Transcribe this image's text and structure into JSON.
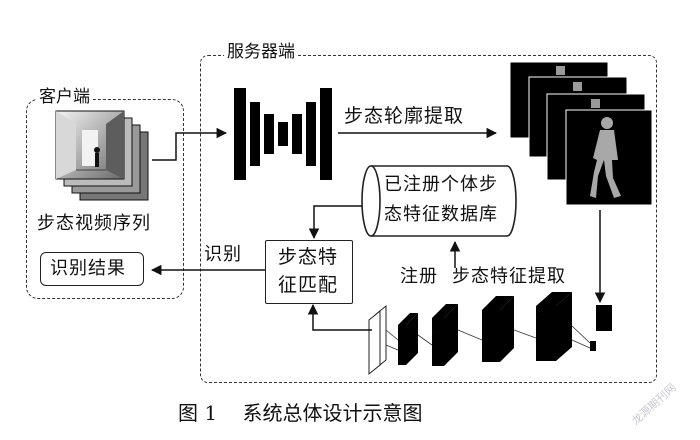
{
  "groups": {
    "client": "客户端",
    "server": "服务器端"
  },
  "nodes": {
    "gait_sequence": "步态视频序列",
    "recognition_result": "识别结果",
    "silhouette_extraction": "步态轮廓提取",
    "registered_db_line1": "已注册个体步",
    "registered_db_line2": "态特征数据库",
    "feature_matching_line1": "步态特",
    "feature_matching_line2": "征匹配",
    "feature_extraction": "步态特征提取"
  },
  "edges": {
    "recognize": "识别",
    "register": "注册"
  },
  "caption": "图 1    系统总体设计示意图",
  "watermark": "龙源期刊网"
}
